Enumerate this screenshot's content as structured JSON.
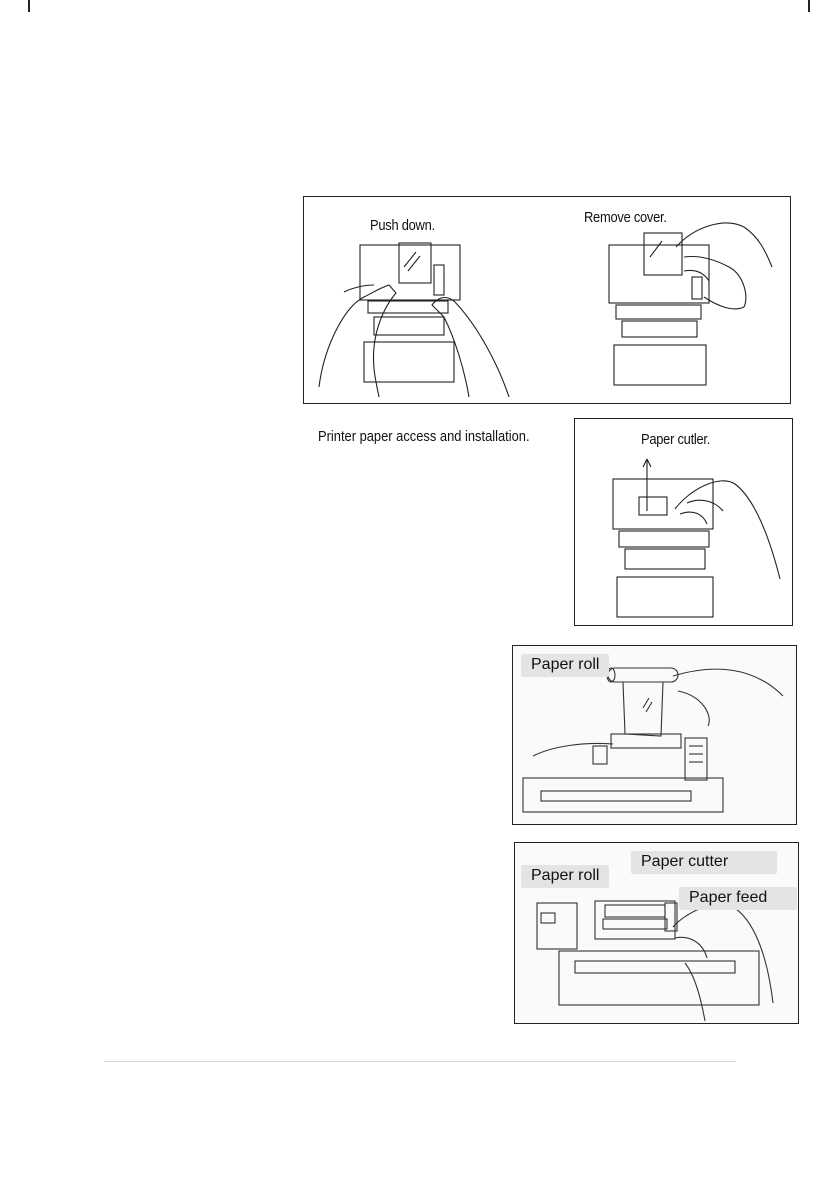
{
  "figures": {
    "top": {
      "left_label": "Push down.",
      "right_label": "Remove cover."
    },
    "caption": "Printer paper access and installation.",
    "cutter": {
      "label": "Paper cutler."
    },
    "roll_panel": {
      "tag": "Paper roll"
    },
    "final_panel": {
      "tag_roll": "Paper roll",
      "tag_cutter": "Paper cutter",
      "tag_feed": "Paper feed"
    }
  }
}
